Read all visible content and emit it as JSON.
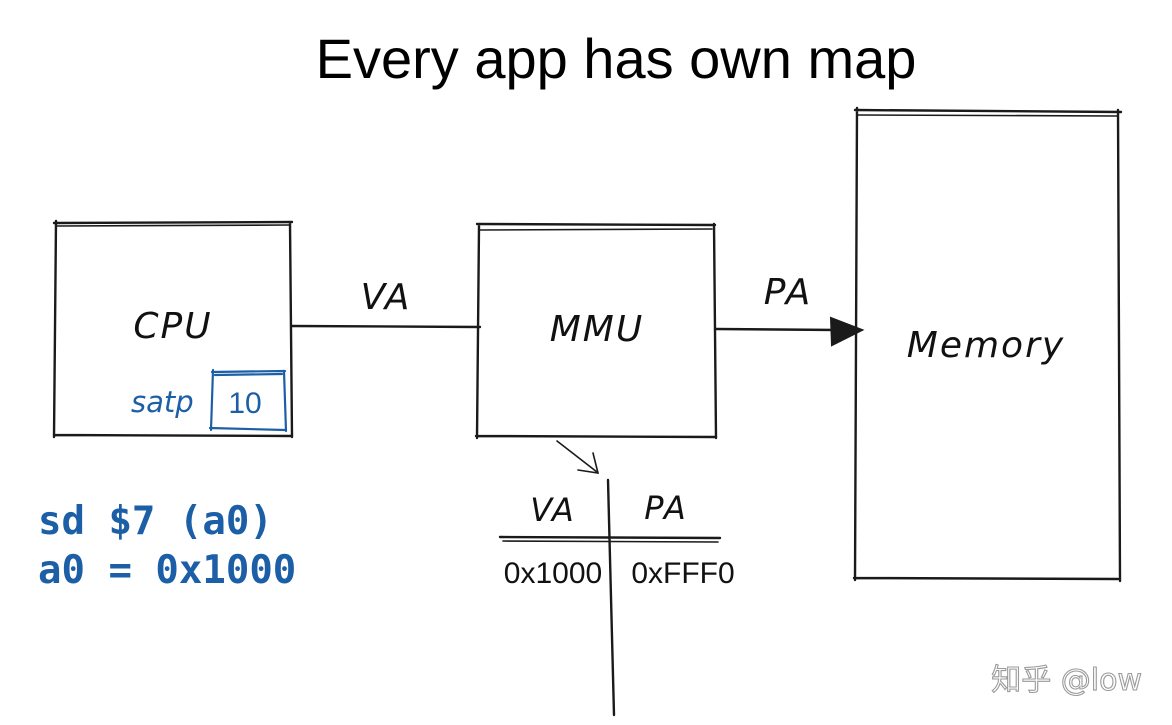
{
  "title": "Every app has own map",
  "cpu": {
    "label": "CPU",
    "register_name": "satp",
    "register_value": "10"
  },
  "mmu": {
    "label": "MMU"
  },
  "memory": {
    "label": "Memory"
  },
  "arrows": {
    "cpu_to_mmu": "VA",
    "mmu_to_memory": "PA"
  },
  "code": {
    "line1": "sd $7 (a0)",
    "line2": "a0 = 0x1000"
  },
  "page_table": {
    "headers": [
      "VA",
      "PA"
    ],
    "rows": [
      [
        "0x1000",
        "0xFFF0"
      ]
    ]
  },
  "watermark": "知乎 @low",
  "colors": {
    "ink": "#1a1a1a",
    "accent_blue": "#1c5fa6",
    "background": "#ffffff"
  }
}
